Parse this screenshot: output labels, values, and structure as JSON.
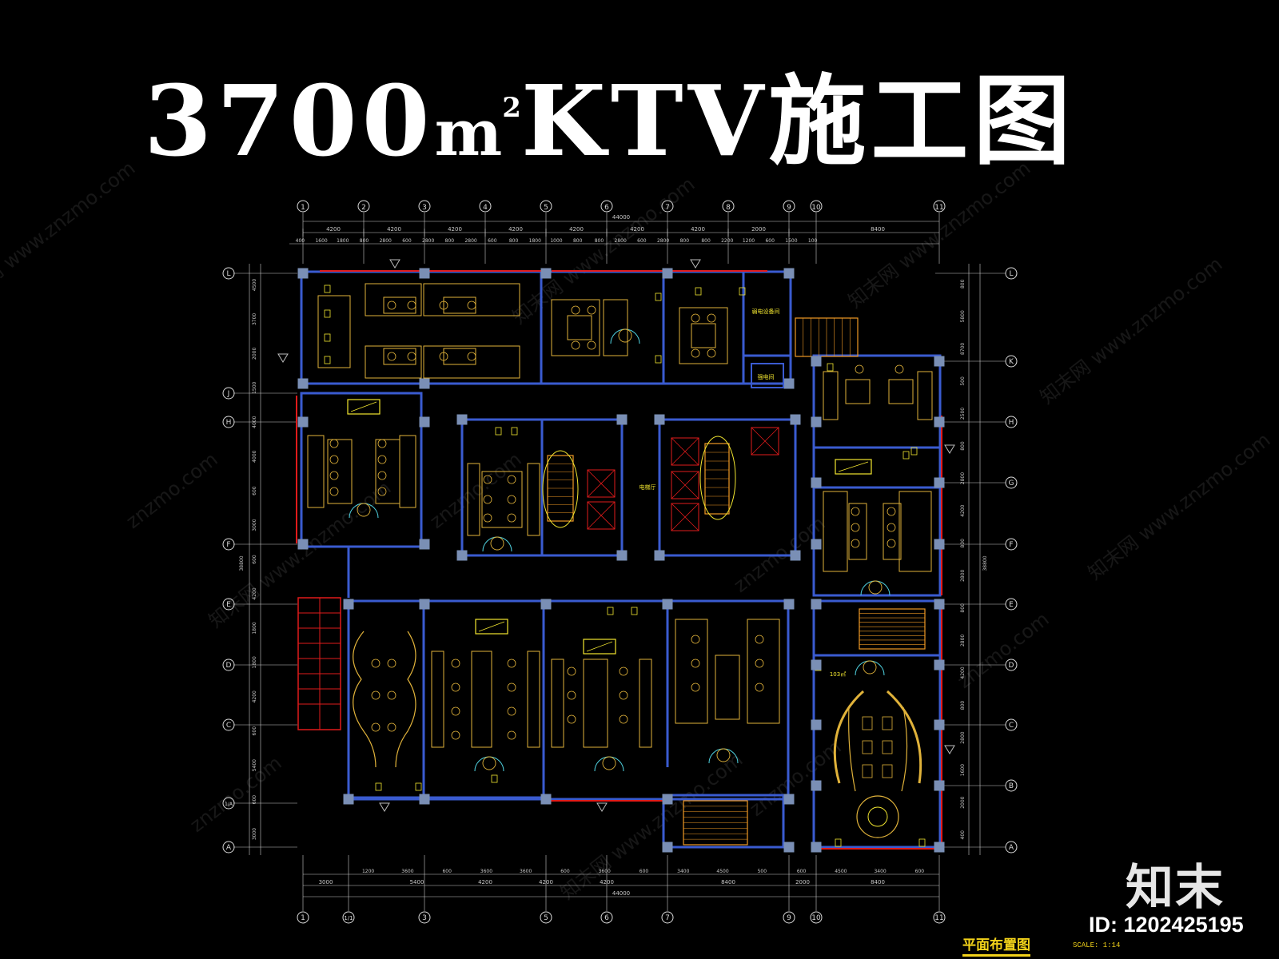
{
  "title": {
    "number": "3700",
    "unit": "m",
    "unit_superscript": "2",
    "text": "KTV施工图"
  },
  "grid": {
    "columns_top": [
      "1",
      "2",
      "3",
      "4",
      "5",
      "6",
      "7",
      "8",
      "9",
      "10",
      "11"
    ],
    "columns_bottom": [
      "1",
      "1/1",
      "3",
      "5",
      "6",
      "7",
      "9",
      "10",
      "11"
    ],
    "rows_left": [
      "L",
      "J",
      "H",
      "F",
      "E",
      "D",
      "C",
      "1/A",
      "A"
    ],
    "rows_right": [
      "L",
      "K",
      "H",
      "G",
      "F",
      "E",
      "D",
      "C",
      "B",
      "A"
    ]
  },
  "dimensions": {
    "top_total": "44000",
    "top_bays": [
      "4200",
      "4200",
      "4200",
      "4200",
      "4200",
      "4200",
      "4200",
      "2000",
      "8400"
    ],
    "top_details": [
      "400",
      "1600",
      "1800",
      "800",
      "2800",
      "600",
      "2800",
      "800",
      "2800",
      "600",
      "800",
      "1800",
      "1000",
      "800",
      "800",
      "2800",
      "600",
      "2800",
      "800",
      "800",
      "2200",
      "1200",
      "600",
      "1500",
      "100"
    ],
    "bottom_total": "44000",
    "bottom_bays": [
      "3000",
      "5400",
      "4200",
      "4200",
      "4200",
      "8400",
      "2000",
      "8400"
    ],
    "bottom_details": [
      "1200",
      "3600",
      "600",
      "3600",
      "3600",
      "600",
      "3600",
      "600",
      "3400",
      "4500",
      "500",
      "600",
      "4500",
      "3400",
      "600"
    ],
    "left_total": "38800",
    "left_details": [
      "4500",
      "3700",
      "2000",
      "1500",
      "4000",
      "4000",
      "600",
      "3000",
      "600",
      "4200",
      "1800",
      "1800",
      "4200",
      "600",
      "5400",
      "600",
      "3000"
    ],
    "right_total": "38800",
    "right_details": [
      "800",
      "5800",
      "8700",
      "500",
      "2500",
      "800",
      "2800",
      "4200",
      "800",
      "2800",
      "800",
      "2800",
      "4200",
      "800",
      "2800",
      "1600",
      "2000",
      "400"
    ]
  },
  "labels": {
    "room_stairs_text": "强电间",
    "equipment_room": "弱电设备间",
    "elevator_hall": "电梯厅",
    "area_label": "103㎡"
  },
  "footer": {
    "drawing_title": "平面布置图",
    "scale": "SCALE: 1:14",
    "logo": "知末",
    "id_text": "ID: 1202425195"
  },
  "watermarks": [
    "知末网 www.znzmo.com",
    "znzmo.com"
  ],
  "colors": {
    "background": "#000000",
    "wall": "#3a5bd0",
    "column": "#7a8fb5",
    "furniture": "#e0b23a",
    "fixture": "#f2e630",
    "dimension": "#c9c9c9",
    "red_line": "#e11b1b",
    "grid_bubble": "#d9d9d9",
    "stair": "#f09a25",
    "cyan": "#4fd2e0"
  }
}
